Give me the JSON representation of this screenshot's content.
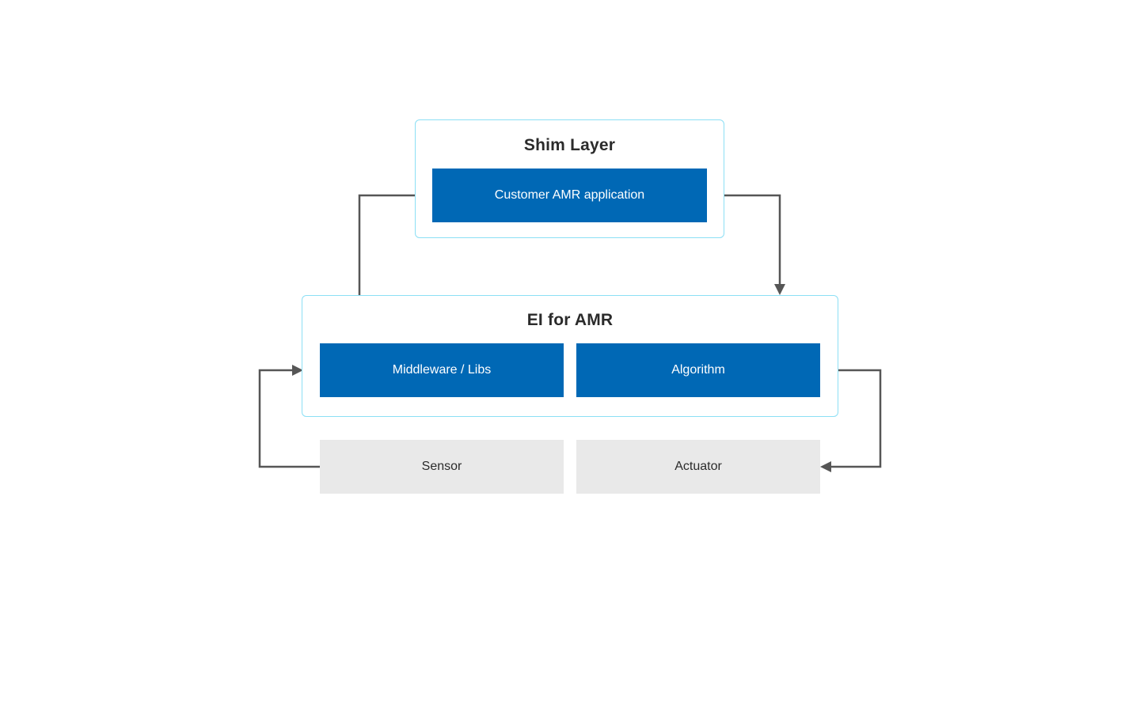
{
  "colors": {
    "accent_blue": "#0068B5",
    "container_border": "#8CDFF5",
    "neutral_box_bg": "#E9E9E9",
    "connector": "#565656",
    "title_text": "#2B2B2B",
    "light_text": "#FFFFFF",
    "page_background": "#FFFFFF"
  },
  "diagram": {
    "shim_layer": {
      "title": "Shim Layer",
      "children": [
        {
          "label": "Customer AMR application"
        }
      ]
    },
    "ei_for_amr": {
      "title": "EI for AMR",
      "children": [
        {
          "label": "Middleware / Libs"
        },
        {
          "label": "Algorithm"
        }
      ]
    },
    "io_boxes": [
      {
        "label": "Sensor"
      },
      {
        "label": "Actuator"
      }
    ],
    "connectors": [
      {
        "name": "ei-to-customer-app",
        "from": "EI for AMR (top)",
        "to": "Customer AMR application (left)",
        "direction": "up-right"
      },
      {
        "name": "customer-app-to-ei",
        "from": "Customer AMR application (right)",
        "to": "EI for AMR (top)",
        "direction": "right-down"
      },
      {
        "name": "sensor-to-ei",
        "from": "Sensor (left)",
        "to": "EI for AMR (left)",
        "direction": "left-up-right"
      },
      {
        "name": "ei-to-actuator",
        "from": "EI for AMR (right)",
        "to": "Actuator (right)",
        "direction": "right-down-left"
      }
    ]
  }
}
